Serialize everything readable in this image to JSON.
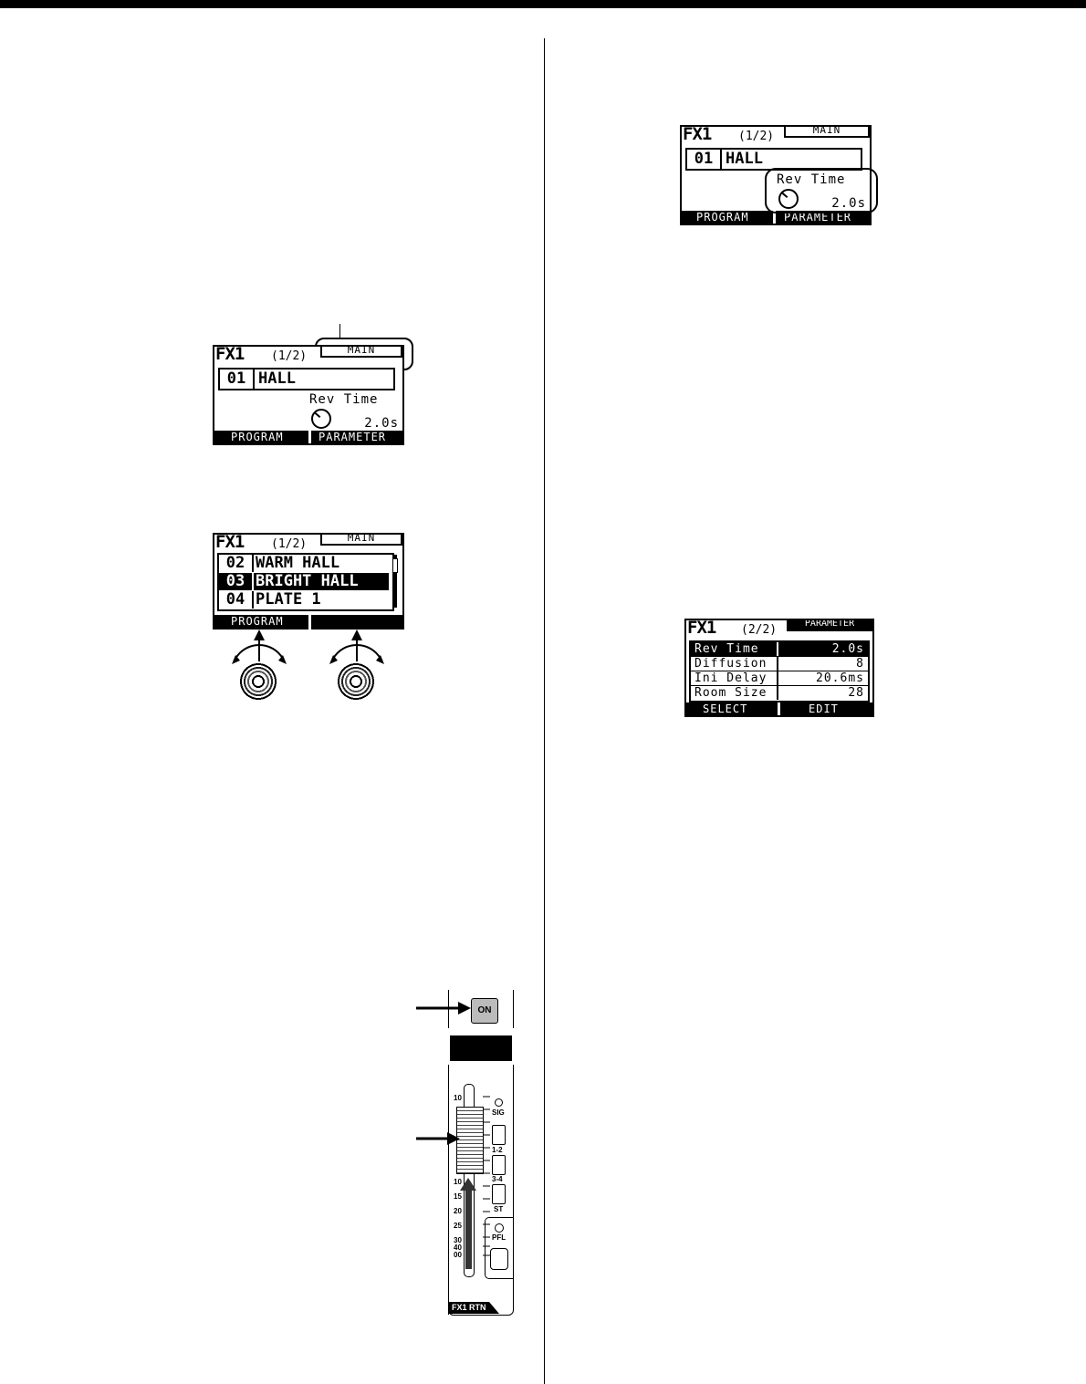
{
  "screens": {
    "main_a": {
      "fx": "FX1",
      "page": "(1/2)",
      "tab": "MAIN",
      "program_num": "01",
      "program_name": "HALL",
      "param_label": "Rev Time",
      "param_value": "2.0s",
      "soft_left": "PROGRAM",
      "soft_right": "PARAMETER"
    },
    "main_b": {
      "fx": "FX1",
      "page": "(1/2)",
      "tab": "MAIN",
      "program_num": "01",
      "program_name": "HALL",
      "param_label": "Rev Time",
      "param_value": "2.0s",
      "soft_left": "PROGRAM",
      "soft_right": "PARAMETER"
    },
    "program_list": {
      "fx": "FX1",
      "page": "(1/2)",
      "tab": "MAIN",
      "rows": [
        {
          "num": "02",
          "name": "WARM HALL"
        },
        {
          "num": "03",
          "name": "BRIGHT HALL"
        },
        {
          "num": "04",
          "name": "PLATE 1"
        }
      ],
      "soft_left": "PROGRAM"
    },
    "parameter": {
      "fx": "FX1",
      "page": "(2/2)",
      "tab": "PARAMETER",
      "rows": [
        {
          "name": "Rev Time",
          "value": "2.0s"
        },
        {
          "name": "Diffusion",
          "value": "8"
        },
        {
          "name": "Ini Delay",
          "value": "20.6ms"
        },
        {
          "name": "Room Size",
          "value": "28"
        }
      ],
      "soft_left": "SELECT",
      "soft_right": "EDIT"
    }
  },
  "channel_strip": {
    "on_label": "ON",
    "sig_label": "SIG",
    "assign": [
      "1-2",
      "3-4",
      "ST"
    ],
    "pfl_label": "PFL",
    "scale": [
      "10",
      "10",
      "15",
      "20",
      "25",
      "30",
      "40",
      "00"
    ],
    "name": "FX1 RTN"
  }
}
